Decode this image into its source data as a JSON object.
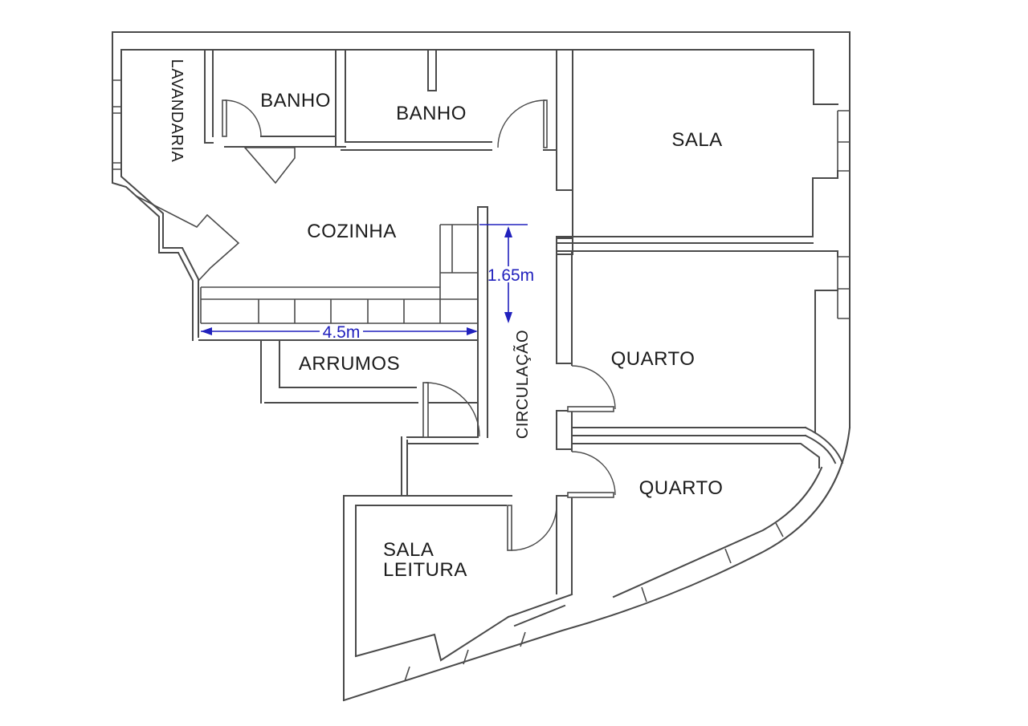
{
  "plan": {
    "type": "floor-plan",
    "rooms": {
      "lavandaria": "LAVANDARIA",
      "banho_left": "BANHO",
      "banho_center": "BANHO",
      "sala": "SALA",
      "cozinha": "COZINHA",
      "arrumos": "ARRUMOS",
      "circulacao": "CIRCULAÇÃO",
      "quarto_middle": "QUARTO",
      "quarto_bottom": "QUARTO",
      "sala_leitura_line1": "SALA",
      "sala_leitura_line2": "LEITURA"
    },
    "dimensions": {
      "kitchen_opening_height": "1.65m",
      "kitchen_counter_width": "4.5m"
    },
    "colors": {
      "wall": "#4a4a4a",
      "text": "#1c1c1c",
      "dimension": "#2121bd",
      "background": "#ffffff"
    }
  }
}
